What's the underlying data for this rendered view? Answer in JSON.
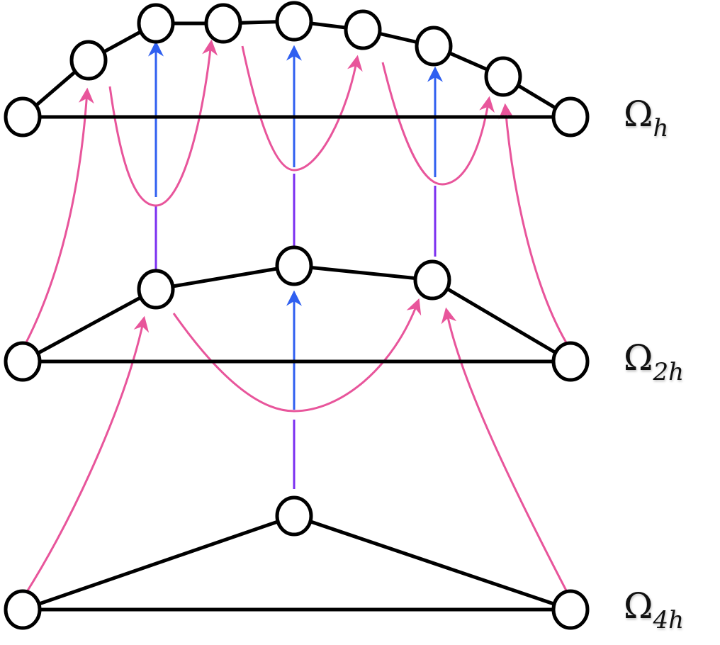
{
  "levels": [
    {
      "label_main": "Ω",
      "label_sub": "h"
    },
    {
      "label_main": "Ω",
      "label_sub": "2h"
    },
    {
      "label_main": "Ω",
      "label_sub": "4h"
    }
  ],
  "colors": {
    "pink": "#e8559b",
    "blue": "#2f5ff0",
    "purple": "#7b2ff0",
    "edge": "#000000"
  }
}
